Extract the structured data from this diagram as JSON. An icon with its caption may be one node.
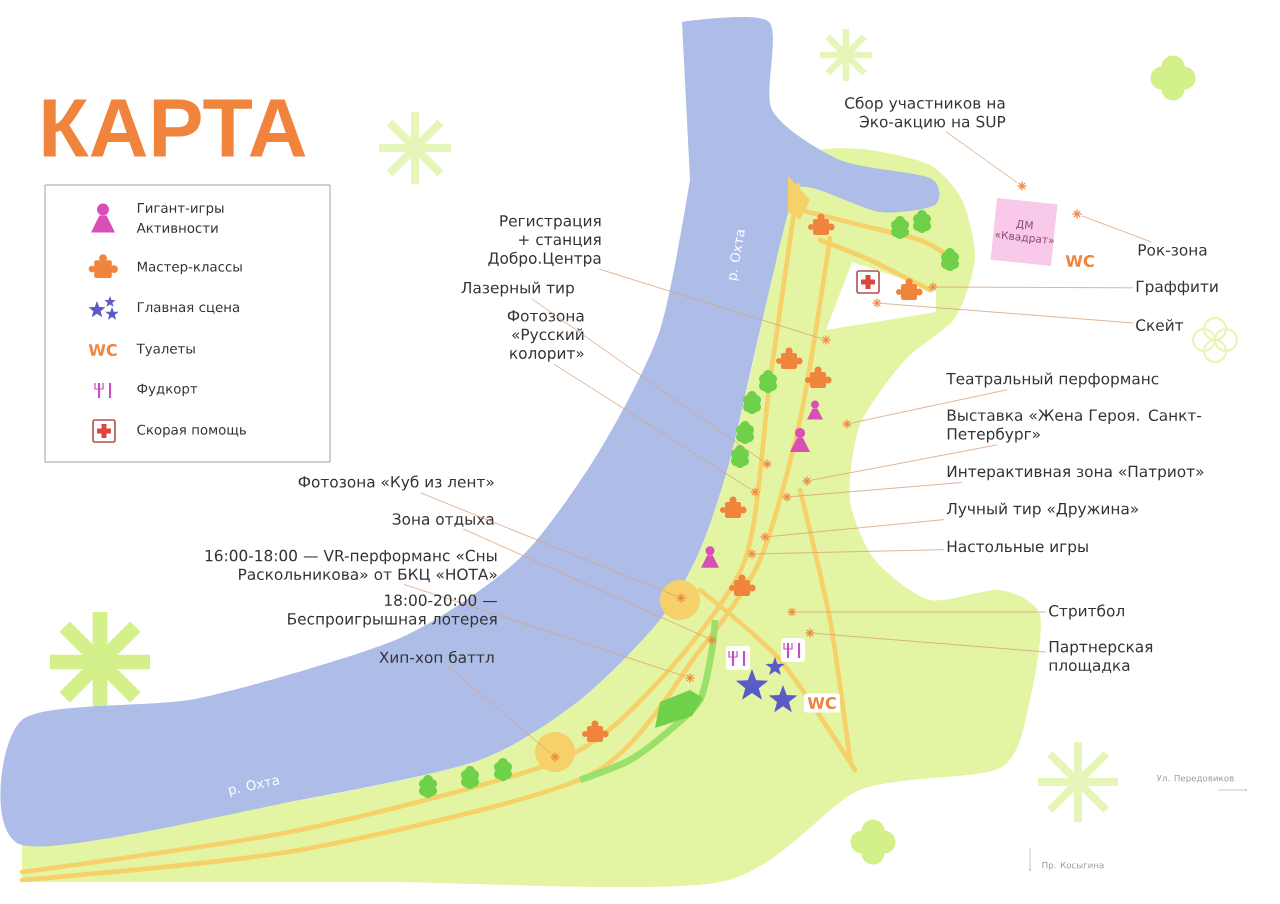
{
  "diagram": {
    "title": "КАРТА",
    "nodes": [
      {
        "text": [
          "Сбор участников на Эко-акцию на SUP"
        ]
      },
      {
        "text": [],
        "shape": "asterisk"
      },
      {
        "text": [
          "ДМ «Квадрат»"
        ]
      },
      {
        "text": [
          "Рок-зона"
        ]
      },
      {
        "text": [],
        "shape": "asterisk"
      },
      {
        "text": [
          "Регистрация + станция Добро.Центра"
        ]
      },
      {
        "text": [],
        "shape": "asterisk"
      },
      {
        "text": [
          "Граффити"
        ]
      },
      {
        "text": [],
        "shape": "asterisk"
      },
      {
        "text": [
          "Лазерный тир"
        ]
      },
      {
        "text": [],
        "shape": "asterisk"
      },
      {
        "text": [
          "Скейт"
        ]
      },
      {
        "text": [],
        "shape": "asterisk"
      },
      {
        "text": [
          "Фотозона «Русский колорит»"
        ]
      },
      {
        "text": [],
        "shape": "asterisk"
      },
      {
        "text": [
          "Театральный перформанс"
        ]
      },
      {
        "text": [],
        "shape": "asterisk"
      },
      {
        "text": [
          "Выставка «Жена Героя. Санкт-Петербург»"
        ]
      },
      {
        "text": [],
        "shape": "asterisk"
      },
      {
        "text": [
          "Интерактивная зона «Патриот»"
        ]
      },
      {
        "text": [],
        "shape": "asterisk"
      },
      {
        "text": [
          "Фотозона «Куб из лент»"
        ]
      },
      {
        "text": [],
        "shape": "asterisk"
      },
      {
        "text": [
          "Лучный тир «Дружина»"
        ]
      },
      {
        "text": [],
        "shape": "asterisk"
      },
      {
        "text": [
          "Зона отдыха"
        ]
      },
      {
        "text": [],
        "shape": "asterisk"
      },
      {
        "text": [
          "Настольные игры"
        ]
      },
      {
        "text": [],
        "shape": "asterisk"
      },
      {
        "text": [
          "16:00-18:00 — VR-перформанс «Сны Раскольникова» от БКЦ «НОТА»"
        ]
      },
      {
        "text": [],
        "shape": "asterisk"
      },
      {
        "text": [
          "Стритбол"
        ]
      },
      {
        "text": [],
        "shape": "asterisk"
      },
      {
        "text": [
          "Партнерская площадка"
        ]
      },
      {
        "text": [],
        "shape": "asterisk"
      },
      {
        "text": [
          "Хип-хоп баттл"
        ]
      },
      {
        "text": [],
        "shape": "asterisk"
      }
    ],
    "edges": [
      {
        "from": 0,
        "to": 1,
        "arrow": "none"
      },
      {
        "from": 3,
        "to": 4,
        "arrow": "none"
      },
      {
        "from": 5,
        "to": 6,
        "arrow": "none"
      },
      {
        "from": 7,
        "to": 8,
        "arrow": "none"
      },
      {
        "from": 9,
        "to": 10,
        "arrow": "none"
      },
      {
        "from": 11,
        "to": 12,
        "arrow": "none"
      },
      {
        "from": 13,
        "to": 14,
        "arrow": "none"
      },
      {
        "from": 15,
        "to": 16,
        "arrow": "none"
      },
      {
        "from": 17,
        "to": 18,
        "arrow": "none"
      },
      {
        "from": 19,
        "to": 20,
        "arrow": "none"
      },
      {
        "from": 21,
        "to": 22,
        "arrow": "none"
      },
      {
        "from": 23,
        "to": 24,
        "arrow": "none"
      },
      {
        "from": 25,
        "to": 26,
        "arrow": "none"
      },
      {
        "from": 27,
        "to": 28,
        "arrow": "none"
      },
      {
        "from": 29,
        "to": 30,
        "arrow": "none"
      },
      {
        "from": 31,
        "to": 32,
        "arrow": "none"
      },
      {
        "from": 33,
        "to": 34,
        "arrow": "none"
      },
      {
        "from": 35,
        "to": 36,
        "arrow": "none"
      }
    ],
    "labels": [
      "р. Охта",
      "WC",
      "WC",
      "18:00-20:00 — Беспроигрышная лотерея",
      "WC",
      "Ул. Передовиков",
      "р. Охта",
      "Пр. Косыгина"
    ],
    "legend": [
      {
        "text": "Гигант-игры Активности"
      },
      {
        "text": "Мастер-классы"
      },
      {
        "text": "Главная сцена"
      },
      {
        "text": "Туалеты"
      },
      {
        "text": "Фудкорт"
      },
      {
        "text": "Скорая помощь"
      }
    ]
  }
}
